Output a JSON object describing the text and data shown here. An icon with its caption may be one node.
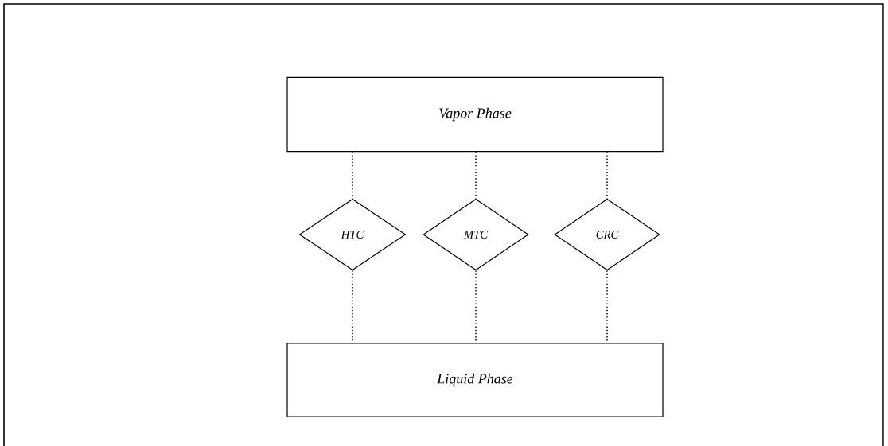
{
  "diagram": {
    "nodes": [
      {
        "text": [
          "Vapor Phase"
        ]
      },
      {
        "text": [
          "HTC"
        ]
      },
      {
        "text": [
          "MTC"
        ]
      },
      {
        "text": [
          "CRC"
        ]
      },
      {
        "text": [
          "Liquid Phase"
        ]
      }
    ],
    "edges": [
      {
        "from": 0,
        "to": 1,
        "arrow": "none",
        "style": "dashed"
      },
      {
        "from": 0,
        "to": 2,
        "arrow": "none",
        "style": "dashed"
      },
      {
        "from": 0,
        "to": 3,
        "arrow": "none",
        "style": "dashed"
      },
      {
        "from": 1,
        "to": 4,
        "arrow": "none",
        "style": "dashed"
      },
      {
        "from": 2,
        "to": 4,
        "arrow": "none",
        "style": "dashed"
      },
      {
        "from": 3,
        "to": 4,
        "arrow": "none",
        "style": "dashed"
      }
    ]
  }
}
